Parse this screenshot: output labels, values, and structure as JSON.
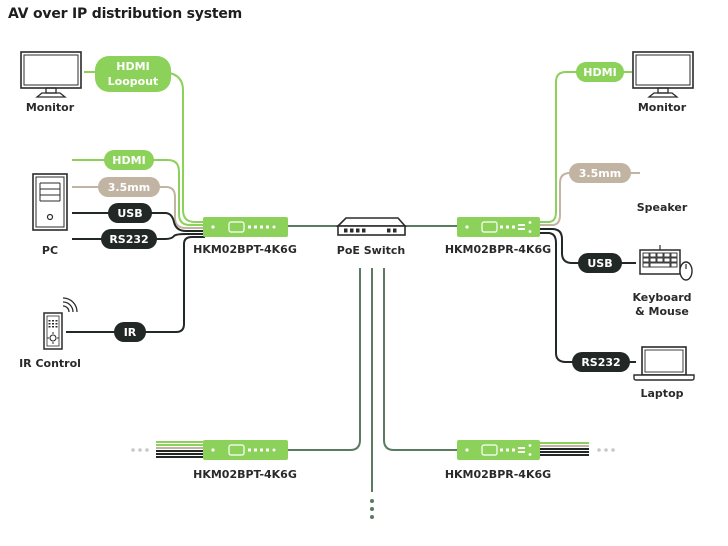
{
  "title": "AV over IP distribution system",
  "colors": {
    "hdmi": "#8cd25a",
    "audio": "#c2b4a2",
    "data": "#222826",
    "network": "#5a7a62",
    "device": "#8cd25a",
    "device_port": "#ffffff",
    "icon_stroke": "#2b2b2b",
    "ellipsis_gray": "#c8c8c8"
  },
  "left_side": {
    "monitor": {
      "label": "Monitor",
      "icon": "monitor-icon"
    },
    "pc": {
      "label": "PC",
      "icon": "pc-tower-icon"
    },
    "ir_control": {
      "label": "IR Control",
      "icon": "ir-remote-icon"
    },
    "cables": {
      "hdmi_loopout": {
        "line1": "HDMI",
        "line2": "Loopout"
      },
      "hdmi": "HDMI",
      "audio": "3.5mm",
      "usb": "USB",
      "rs232": "RS232",
      "ir": "IR"
    }
  },
  "center": {
    "transmitter": {
      "label": "HKM02BPT-4K6G"
    },
    "switch": {
      "label": "PoE Switch",
      "icon": "network-switch-icon"
    },
    "receiver": {
      "label": "HKM02BPR-4K6G"
    }
  },
  "right_side": {
    "monitor": {
      "label": "Monitor",
      "icon": "monitor-icon"
    },
    "speaker": {
      "label": "Speaker"
    },
    "keyboard_mouse": {
      "line1": "Keyboard",
      "line2": "& Mouse",
      "icon": "keyboard-mouse-icon"
    },
    "laptop": {
      "label": "Laptop",
      "icon": "laptop-icon"
    },
    "cables": {
      "hdmi": "HDMI",
      "audio": "3.5mm",
      "usb": "USB",
      "rs232": "RS232"
    }
  },
  "bottom": {
    "transmitter": {
      "label": "HKM02BPT-4K6G"
    },
    "receiver": {
      "label": "HKM02BPR-4K6G"
    },
    "more_indicator": "more-devices-ellipsis"
  }
}
